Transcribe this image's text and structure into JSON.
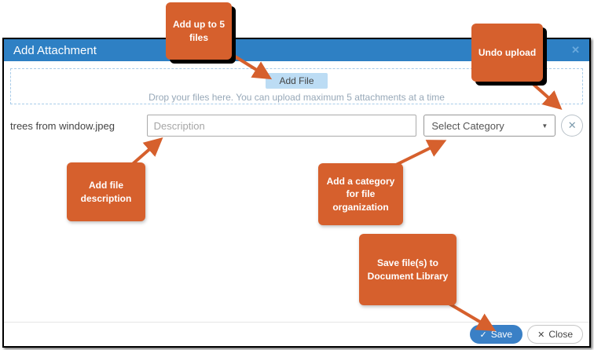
{
  "modal": {
    "title": "Add Attachment",
    "titlebar_close_icon": "✕",
    "dropzone": {
      "add_file_label": "Add File",
      "hint": "Drop your files here. You can upload maximum 5 attachments at a time"
    },
    "file_row": {
      "filename": "trees from window.jpeg",
      "description_placeholder": "Description",
      "category_selected": "Select Category",
      "category_caret_icon": "▼",
      "remove_icon": "✕"
    },
    "footer": {
      "save_icon": "✓",
      "save_label": "Save",
      "close_icon": "✕",
      "close_label": "Close"
    }
  },
  "callouts": [
    {
      "id": "files",
      "text": "Add up to 5 files"
    },
    {
      "id": "undo",
      "text": "Undo upload"
    },
    {
      "id": "description",
      "text": "Add file description"
    },
    {
      "id": "category",
      "text": "Add a category for file organization"
    },
    {
      "id": "save",
      "text": "Save file(s) to Document Library"
    }
  ],
  "colors": {
    "titlebar_blue": "#2e80c4",
    "callout_orange": "#d6602d",
    "save_button_blue": "#3a80c6",
    "add_file_button_blue": "#bcdcf4",
    "dropzone_dash_blue": "#a9cce9"
  }
}
